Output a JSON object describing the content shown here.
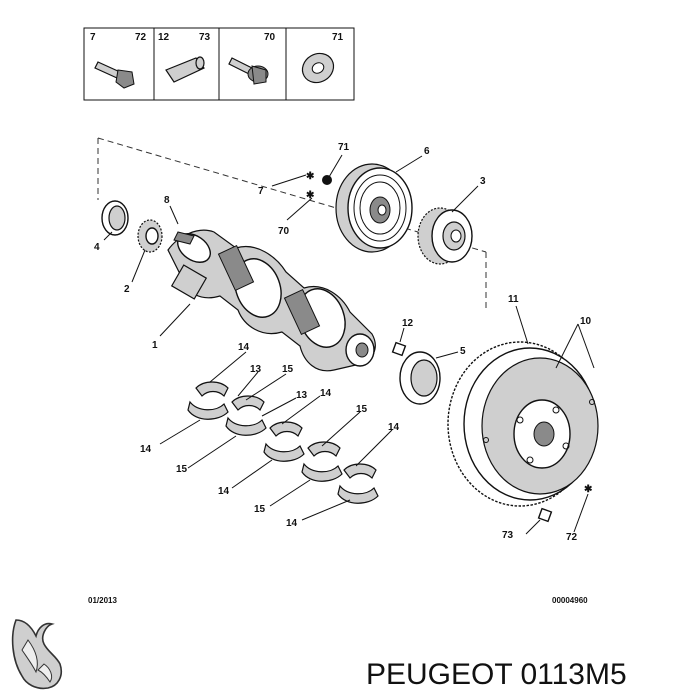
{
  "legend_box": {
    "cells": [
      {
        "left": "7",
        "right": "72"
      },
      {
        "left": "12",
        "right": "73"
      },
      {
        "left": "",
        "right": "70"
      },
      {
        "left": "",
        "right": "71"
      }
    ]
  },
  "callouts": {
    "c71": "71",
    "c7": "7",
    "c70": "70",
    "c6": "6",
    "c3": "3",
    "c8": "8",
    "c4": "4",
    "c2": "2",
    "c1": "1",
    "c12": "12",
    "c5": "5",
    "c11": "11",
    "c10": "10",
    "c14a": "14",
    "c13a": "13",
    "c15a": "15",
    "c13b": "13",
    "c14b": "14",
    "c14c": "14",
    "c15b": "15",
    "c15c": "15",
    "c14d": "14",
    "c14e": "14",
    "c15d": "15",
    "c14f": "14",
    "c73": "73",
    "c72": "72"
  },
  "footer": {
    "date": "01/2013",
    "ref": "00004960",
    "brand_text": "PEUGEOT 0113M5"
  },
  "icons": {
    "logo": "peugeot-lion-logo"
  }
}
